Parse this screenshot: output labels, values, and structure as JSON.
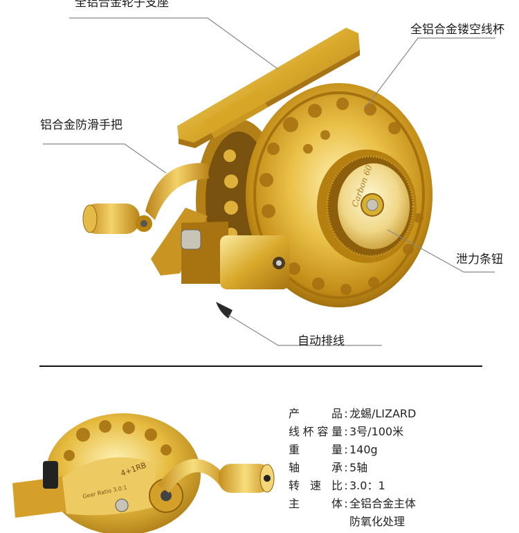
{
  "callouts": {
    "top_partial": "全铝合金轮子支座",
    "spool": "全铝合金镂空线杯",
    "handle": "铝合金防滑手把",
    "drag_knob": "泄力条钮",
    "auto_line": "自动排线"
  },
  "reel_top": {
    "face_text": "Carbon 60"
  },
  "reel_bottom": {
    "badge_text": "4+1RB",
    "ratio_text": "Gear Ratio 3.0:1"
  },
  "specs": [
    {
      "key": "产品",
      "value": "龙蜴/LIZARD"
    },
    {
      "key": "线杯容量",
      "value": "3号/100米"
    },
    {
      "key": "重量",
      "value": "140g"
    },
    {
      "key": "轴承",
      "value": "5轴"
    },
    {
      "key": "转速比",
      "value": "3.0：1"
    },
    {
      "key": "主体",
      "value": "全铝合金主体"
    }
  ],
  "spec_extra": "防氧化处理",
  "colors": {
    "gold_light": "#f5dc7a",
    "gold_mid": "#d9a92b",
    "gold_dark": "#9a6a10",
    "leader_line": "#888888"
  }
}
